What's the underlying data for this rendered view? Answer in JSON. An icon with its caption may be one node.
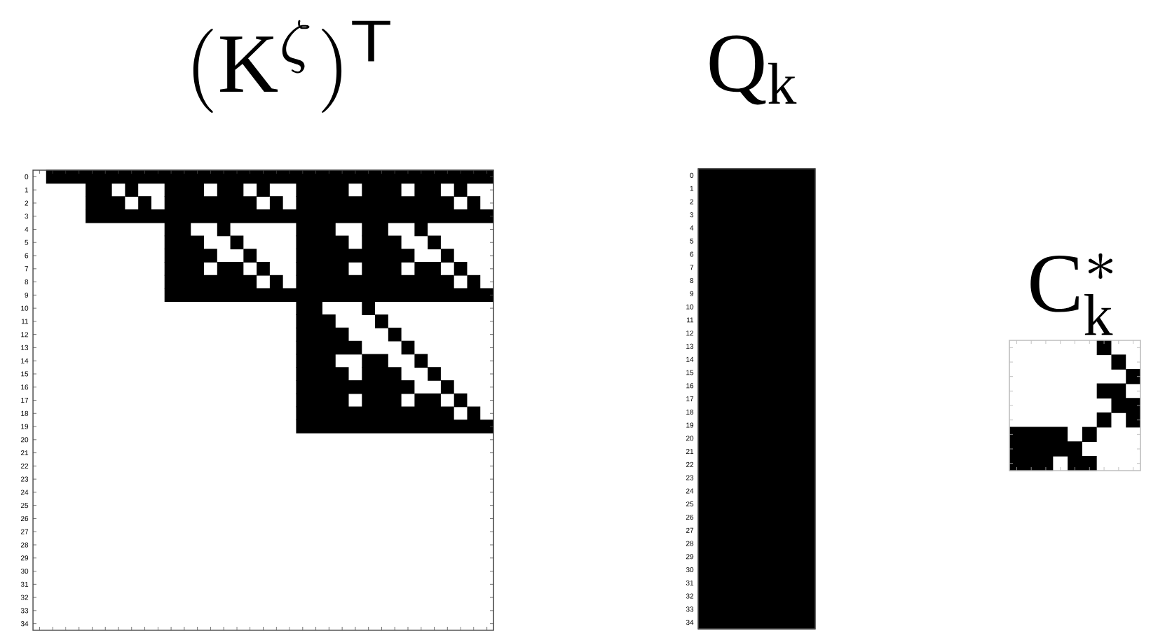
{
  "diagram": {
    "nodes": [
      {
        "text": [
          "(\\mathrm{K}^{\\zeta})^{\\mathsf{T}}"
        ]
      },
      {
        "text": [
          "\\mathrm{Q}_{\\mathrm{k}}"
        ]
      },
      {
        "text": [
          "\\mathrm{C}_{\\mathrm{k}}^{*}"
        ]
      }
    ],
    "labels": [
      "0",
      "1",
      "2",
      "3",
      "4",
      "5",
      "6",
      "7",
      "8",
      "9",
      "10",
      "11",
      "12",
      "13",
      "14",
      "15",
      "16",
      "17",
      "18",
      "19",
      "20",
      "21",
      "22",
      "23",
      "24",
      "25",
      "26",
      "27",
      "28",
      "29",
      "30",
      "31",
      "32",
      "33",
      "34",
      "0",
      "1",
      "2",
      "3",
      "4",
      "5",
      "6",
      "7",
      "8",
      "9",
      "10",
      "11",
      "12",
      "13",
      "14",
      "15",
      "16",
      "17",
      "18",
      "19",
      "20",
      "21",
      "22",
      "23",
      "24",
      "25",
      "26",
      "27",
      "28",
      "29",
      "30",
      "31",
      "32",
      "33",
      "34"
    ]
  }
}
